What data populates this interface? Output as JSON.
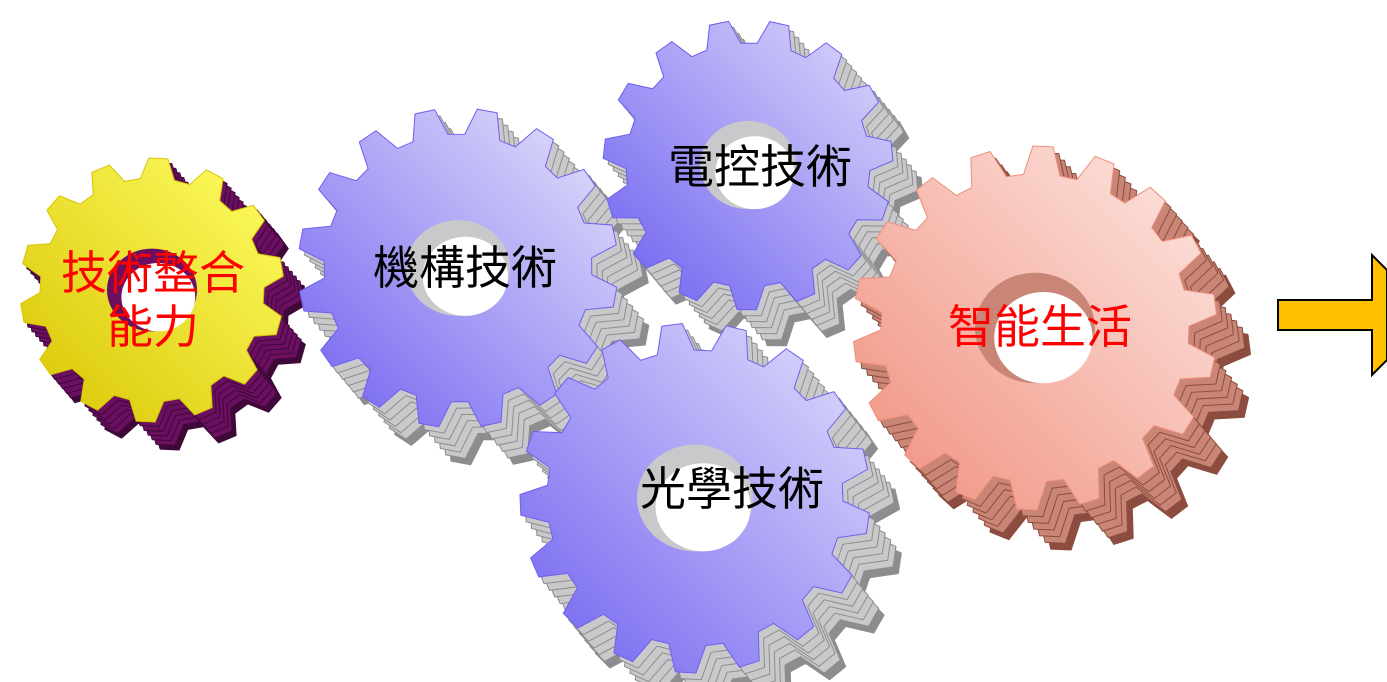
{
  "gears": [
    {
      "id": "integration",
      "lines": [
        "技術整合",
        "能力"
      ],
      "label_color": "#ff0000",
      "face_light": "#ffff66",
      "face_dark": "#d8c400",
      "side_color": "#6b0f60",
      "edge_color": "#3e0838"
    },
    {
      "id": "mechanism",
      "lines": [
        "機構技術"
      ],
      "label_color": "#000000",
      "face_light": "#e6e6fb",
      "face_dark": "#6f5ff0",
      "side_color": "#c9c9cb",
      "edge_color": "#8d8d90"
    },
    {
      "id": "electrical",
      "lines": [
        "電控技術"
      ],
      "label_color": "#000000",
      "face_light": "#dedcfa",
      "face_dark": "#6b5df0",
      "side_color": "#c9c9cb",
      "edge_color": "#8d8d90"
    },
    {
      "id": "optics",
      "lines": [
        "光學技術"
      ],
      "label_color": "#000000",
      "face_light": "#e2e0fb",
      "face_dark": "#6f60f0",
      "side_color": "#c9c9cb",
      "edge_color": "#8d8d90"
    },
    {
      "id": "smart-life",
      "lines": [
        "智能生活"
      ],
      "label_color": "#ff0000",
      "face_light": "#fde9e4",
      "face_dark": "#f08e7c",
      "side_color": "#c98575",
      "edge_color": "#8c4c40"
    }
  ],
  "arrow": {
    "fill": "#ffc000",
    "stroke": "#000000"
  }
}
